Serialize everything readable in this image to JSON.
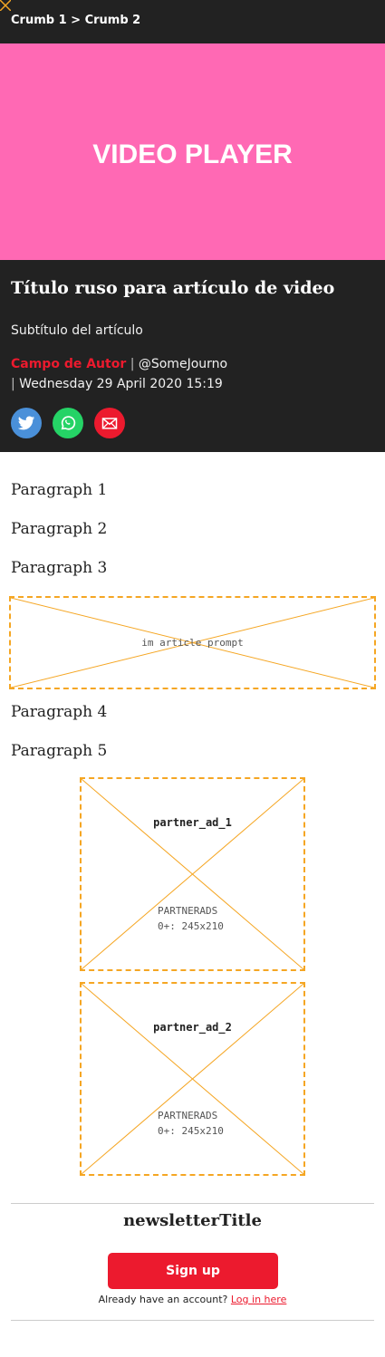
{
  "breadcrumb": {
    "text": "Crumb 1 > Crumb 2"
  },
  "video": {
    "label": "VIDEO PLAYER"
  },
  "article": {
    "title": "Título ruso para artículo de video",
    "subtitle": "Subtítulo del artículo",
    "author": "Campo de Autor",
    "handle": "@SomeJourno",
    "date": "Wednesday 29 April 2020 15:19",
    "separator": "|"
  },
  "share": {
    "icons": [
      "twitter-icon",
      "whatsapp-icon",
      "email-icon"
    ]
  },
  "paragraphs": [
    "Paragraph 1",
    "Paragraph 2",
    "Paragraph 3",
    "Paragraph 4",
    "Paragraph 5"
  ],
  "placeholders": {
    "article_prompt": "im article prompt",
    "ads": [
      {
        "name": "partner_ad_1",
        "type": "PARTNERADS",
        "size": "0+: 245x210"
      },
      {
        "name": "partner_ad_2",
        "type": "PARTNERADS",
        "size": "0+: 245x210"
      }
    ]
  },
  "newsletter": {
    "title": "newsletterTitle",
    "signup_label": "Sign up",
    "account_text": "Already have an account?",
    "login_label": "Log in here"
  },
  "colors": {
    "dark": "#222222",
    "video": "#ff69b4",
    "accent": "#ec1a2e",
    "twitter": "#4a90d9",
    "whatsapp": "#25d366",
    "email": "#ec1a2e",
    "placeholder": "#f5a623"
  }
}
